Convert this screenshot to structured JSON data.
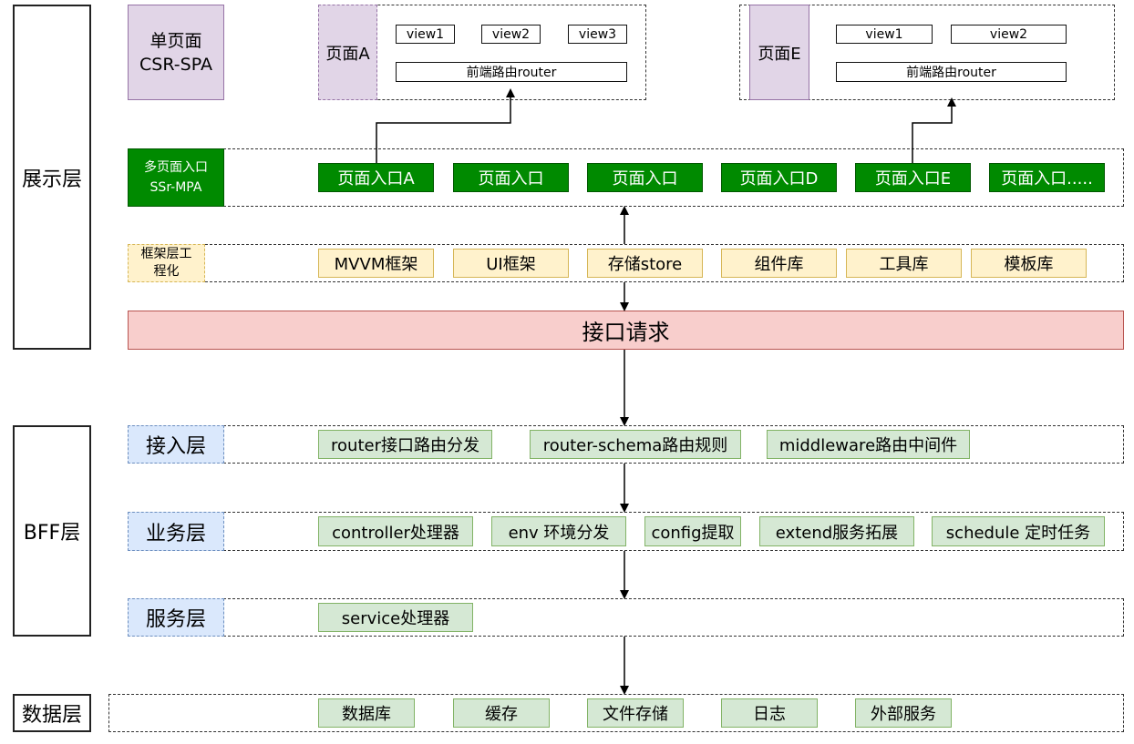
{
  "layers": {
    "display": "展示层",
    "bff": "BFF层",
    "data": "数据层"
  },
  "spa": {
    "title_line1": "单页面",
    "title_line2": "CSR-SPA",
    "page_a": {
      "label": "页面A",
      "views": [
        "view1",
        "view2",
        "view3"
      ],
      "router": "前端路由router"
    },
    "page_e": {
      "label": "页面E",
      "views": [
        "view1",
        "view2"
      ],
      "router": "前端路由router"
    }
  },
  "mpa": {
    "title_line1": "多页面入口",
    "title_line2": "SSr-MPA",
    "entries": [
      "页面入口A",
      "页面入口",
      "页面入口",
      "页面入口D",
      "页面入口E",
      "页面入口....."
    ]
  },
  "framework": {
    "title_line1": "框架层工",
    "title_line2": "程化",
    "items": [
      "MVVM框架",
      "UI框架",
      "存储store",
      "组件库",
      "工具库",
      "模板库"
    ]
  },
  "api_request": "接口请求",
  "access": {
    "title": "接入层",
    "items": [
      "router接口路由分发",
      "router-schema路由规则",
      "middleware路由中间件"
    ]
  },
  "business": {
    "title": "业务层",
    "items": [
      "controller处理器",
      "env 环境分发",
      "config提取",
      "extend服务拓展",
      "schedule 定时任务"
    ]
  },
  "service": {
    "title": "服务层",
    "items": [
      "service处理器"
    ]
  },
  "datalayer": {
    "items": [
      "数据库",
      "缓存",
      "文件存储",
      "日志",
      "外部服务"
    ]
  },
  "colors": {
    "purple_fill": "#e1d5e7",
    "dark_green_fill": "#008a00",
    "yellow_fill": "#fff2cc",
    "light_green_fill": "#d5e8d4",
    "blue_fill": "#dae8fc",
    "red_fill": "#f8cecc"
  }
}
